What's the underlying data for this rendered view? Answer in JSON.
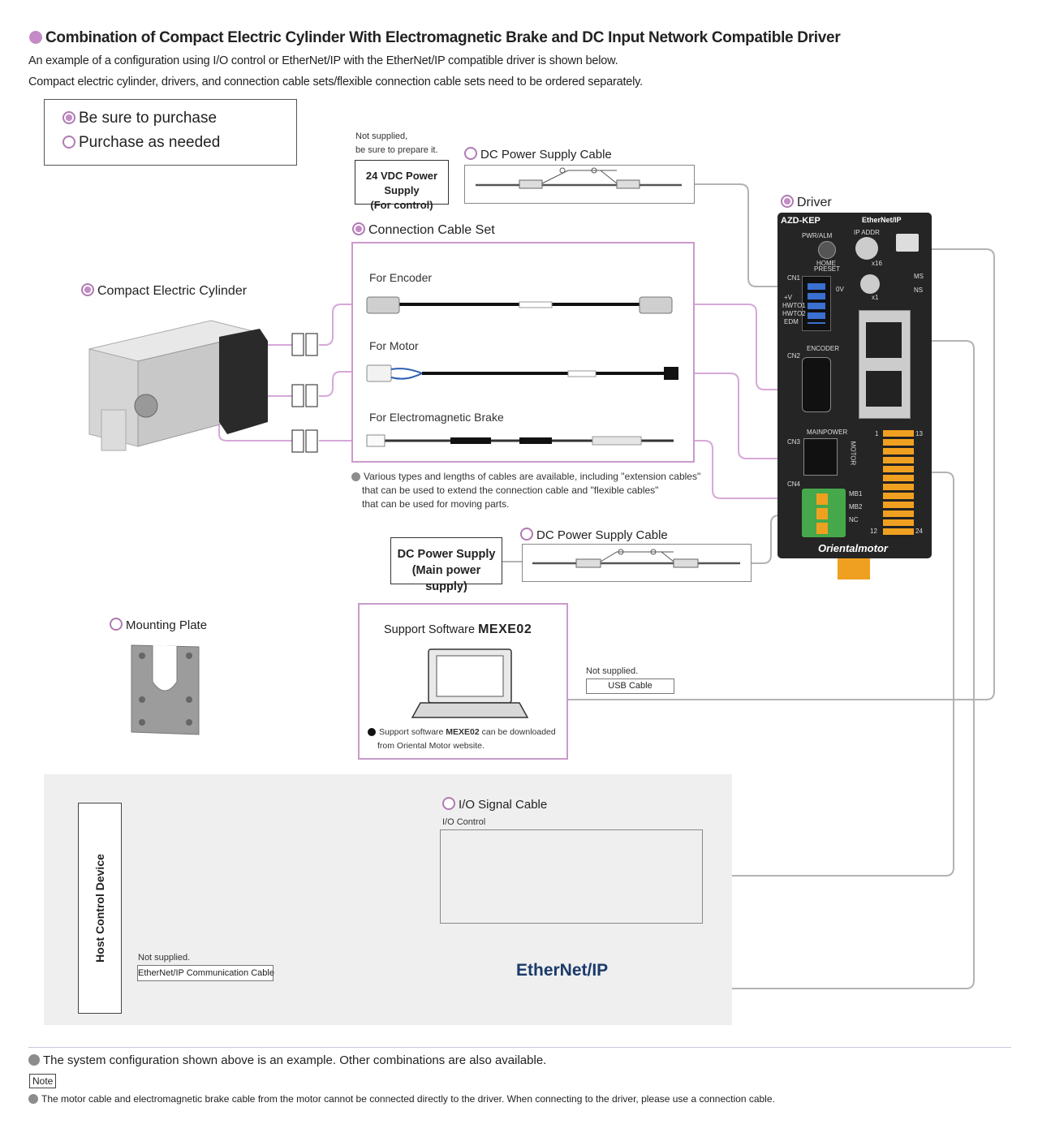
{
  "title": "Combination of Compact Electric Cylinder With Electromagnetic Brake and  DC Input Network Compatible Driver",
  "subtitle_lines": [
    "An example of a configuration using I/O control or EtherNet/IP with the EtherNet/IP compatible driver is shown below.",
    "Compact electric cylinder, drivers, and connection cable sets/flexible connection cable sets need to be ordered separately."
  ],
  "legend": {
    "purchase": "Be sure to purchase",
    "as_needed": "Purchase as needed"
  },
  "power_control": {
    "note_line1": "Not supplied,",
    "note_line2": "be sure to prepare it.",
    "box_line1": "24 VDC Power Supply",
    "box_line2": "(For control)",
    "cable_label": "DC Power Supply Cable"
  },
  "driver": {
    "heading": "Driver",
    "model": "AZD-KEP",
    "network": "EtherNet/IP",
    "brand": "Orientalmotor",
    "labels": {
      "pwr": "PWR/ALM",
      "home": "HOME",
      "preset": "PRESET",
      "ipaddr": "IP ADDR",
      "x16": "x16",
      "x1": "x1",
      "ms": "MS",
      "ns": "NS",
      "cn1": "CN1",
      "cn2": "CN2",
      "cn3": "CN3",
      "cn4": "CN4",
      "encoder": "ENCODER",
      "mainpower": "MAINPOWER",
      "motor": "MOTOR",
      "mb1": "MB1",
      "mb2": "MB2",
      "nc": "NC",
      "pin1": "1",
      "pin12": "12",
      "pin13": "13",
      "pin24": "24",
      "plusv": "+V",
      "zerov": "0V",
      "hwto1": "HWTO1",
      "hwto2": "HWTO2",
      "edm": "EDM"
    }
  },
  "connection_cable_set": {
    "heading": "Connection Cable Set",
    "encoder": "For Encoder",
    "motor": "For Motor",
    "brake": "For Electromagnetic Brake",
    "note_lines": [
      "Various types and lengths of cables are available, including \"extension cables\"",
      "that can be used to extend the connection cable and \"flexible cables\"",
      "that can be used for moving parts."
    ]
  },
  "cylinder": {
    "label": "Compact Electric Cylinder"
  },
  "power_main": {
    "box_line1": "DC Power Supply",
    "box_line2": "(Main power supply)",
    "cable_label": "DC Power Supply Cable"
  },
  "mounting_plate": {
    "label": "Mounting Plate"
  },
  "software": {
    "title_prefix": "Support Software ",
    "title_name": "MEXE02",
    "note_prefix": "Support software ",
    "note_name": "MEXE02",
    "note_suffix": " can be downloaded",
    "note_line2": "from Oriental Motor website.",
    "usb_note": "Not supplied.",
    "usb_cable": "USB Cable"
  },
  "host": {
    "label": "Host Control Device",
    "io_cable": "I/O Signal Cable",
    "io_control": "I/O Control",
    "eth_note": "Not supplied.",
    "eth_cable": "EtherNet/IP Communication Cable",
    "ethernet_logo": "EtherNet/IP"
  },
  "footer": {
    "line1": "The system configuration shown above is an example. Other combinations are also available.",
    "note_tag": "Note",
    "line2": "The motor cable and electromagnetic brake cable from the motor cannot be connected directly to the driver. When connecting to the driver, please use a connection cable."
  },
  "colors": {
    "accent": "#c48bc6",
    "cable_line": "#b0b0b0",
    "pink_line": "#d6a8d8",
    "driver_body": "#252525",
    "connector_green": "#45a84a",
    "connector_orange": "#f0a020",
    "ethernet_blue": "#1b3a6b"
  }
}
